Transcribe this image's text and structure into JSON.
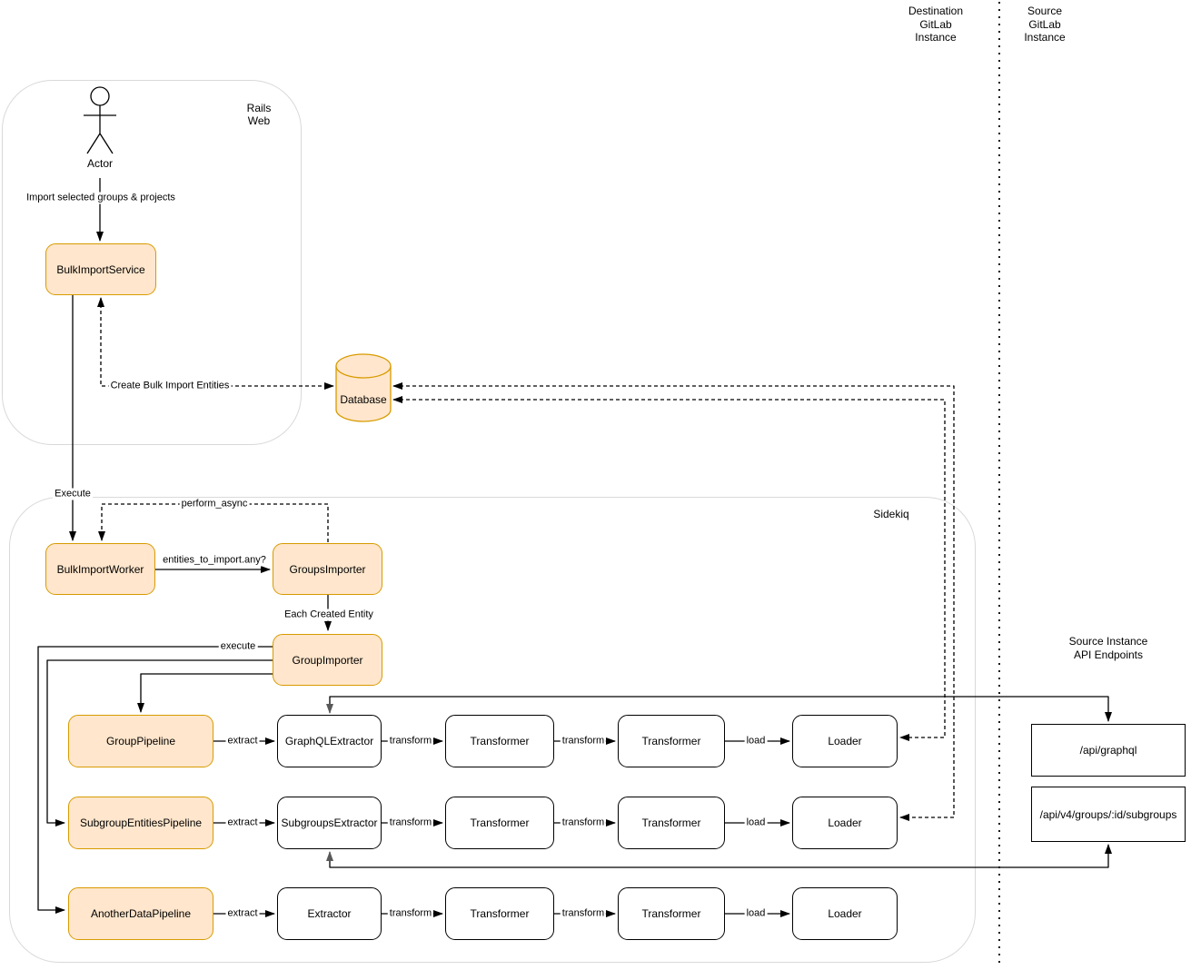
{
  "lanes": {
    "destination": "Destination\nGitLab\nInstance",
    "source": "Source\nGitLab\nInstance"
  },
  "containers": {
    "rails_web": "Rails\nWeb",
    "sidekiq": "Sidekiq"
  },
  "actor": {
    "label": "Actor"
  },
  "nodes": {
    "bulk_import_service": "BulkImportService",
    "database": "Database",
    "bulk_import_worker": "BulkImportWorker",
    "groups_importer": "GroupsImporter",
    "group_importer": "GroupImporter"
  },
  "pipelines": [
    {
      "pipeline": "GroupPipeline",
      "extractor": "GraphQLExtractor",
      "transformer_1": "Transformer",
      "transformer_2": "Transformer",
      "loader": "Loader"
    },
    {
      "pipeline": "SubgroupEntitiesPipeline",
      "extractor": "SubgroupsExtractor",
      "transformer_1": "Transformer",
      "transformer_2": "Transformer",
      "loader": "Loader"
    },
    {
      "pipeline": "AnotherDataPipeline",
      "extractor": "Extractor",
      "transformer_1": "Transformer",
      "transformer_2": "Transformer",
      "loader": "Loader"
    }
  ],
  "edge_labels": {
    "import_selected": "Import selected groups & projects",
    "create_entities": "Create Bulk Import Entities",
    "execute": "Execute",
    "perform_async": "perform_async",
    "entities_check": "entities_to_import.any?",
    "each_created_entity": "Each Created Entity",
    "execute_pipeline": "execute",
    "extract": "extract",
    "transform": "transform",
    "load": "load"
  },
  "api": {
    "title": "Source Instance API Endpoints",
    "endpoints": [
      "/api/graphql",
      "/api/v4/groups/:id/subgroups"
    ]
  },
  "colors": {
    "highlight_fill": "#FFE6CC",
    "highlight_border": "#D79B00",
    "plain_border": "#000000",
    "container_border": "#D9D9D9"
  }
}
